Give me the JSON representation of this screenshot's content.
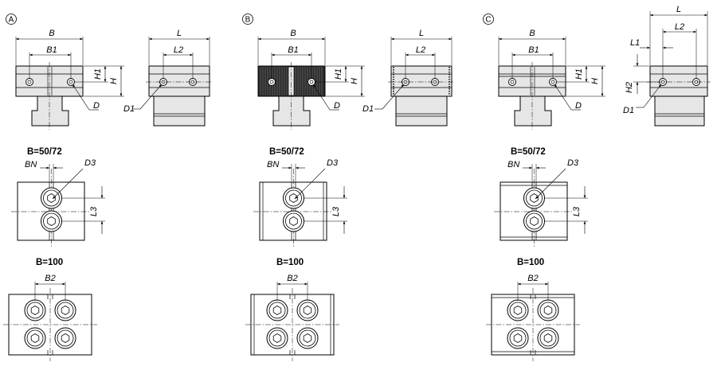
{
  "variants": [
    {
      "letter": "A",
      "front": {
        "B": "B",
        "B1": "B1",
        "H1": "H1",
        "H": "H",
        "D": "D"
      },
      "side": {
        "L": "L",
        "L2": "L2",
        "D1": "D1"
      },
      "small_label": "B=50/72",
      "small": {
        "BN": "BN",
        "D3": "D3",
        "L3": "L3"
      },
      "large_label": "B=100",
      "large": {
        "B2": "B2"
      }
    },
    {
      "letter": "B",
      "front": {
        "B": "B",
        "B1": "B1",
        "H1": "H1",
        "H": "H",
        "D": "D"
      },
      "side": {
        "L": "L",
        "L2": "L2",
        "D1": "D1"
      },
      "small_label": "B=50/72",
      "small": {
        "BN": "BN",
        "D3": "D3",
        "L3": "L3"
      },
      "large_label": "B=100",
      "large": {
        "B2": "B2"
      }
    },
    {
      "letter": "C",
      "front": {
        "B": "B",
        "B1": "B1",
        "H1": "H1",
        "H": "H",
        "D": "D"
      },
      "side": {
        "L": "L",
        "L1": "L1",
        "L2": "L2",
        "H2": "H2",
        "D1": "D1"
      },
      "small_label": "B=50/72",
      "small": {
        "BN": "BN",
        "D3": "D3",
        "L3": "L3"
      },
      "large_label": "B=100",
      "large": {
        "B2": "B2"
      }
    }
  ]
}
